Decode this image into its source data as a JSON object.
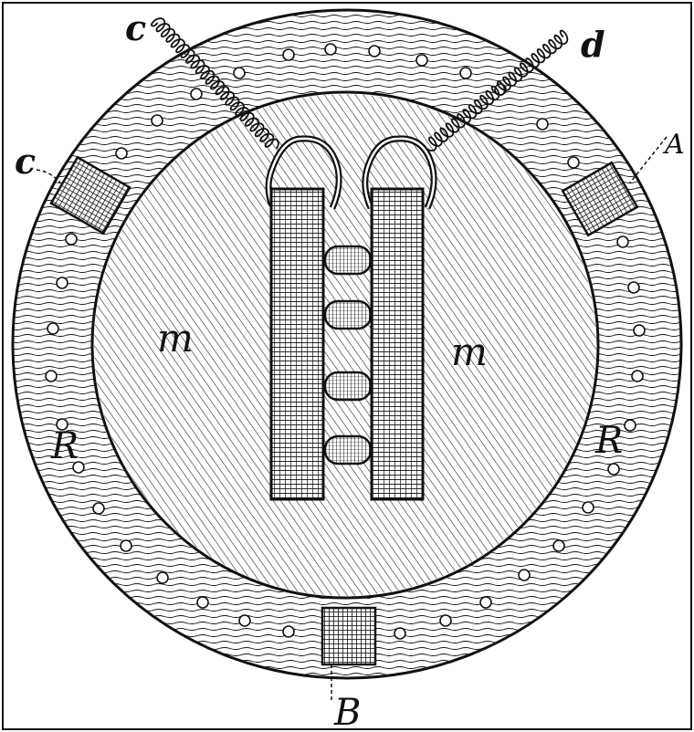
{
  "figure": {
    "labels": {
      "c_top": "c",
      "d_top": "d",
      "c_left": "c",
      "a_right": "A",
      "m_left": "m",
      "m_right": "m",
      "r_left": "R",
      "r_right": "R",
      "b_bottom": "B"
    },
    "colors": {
      "ink": "#111111",
      "paper": "#ffffff"
    },
    "rungs": 4
  }
}
